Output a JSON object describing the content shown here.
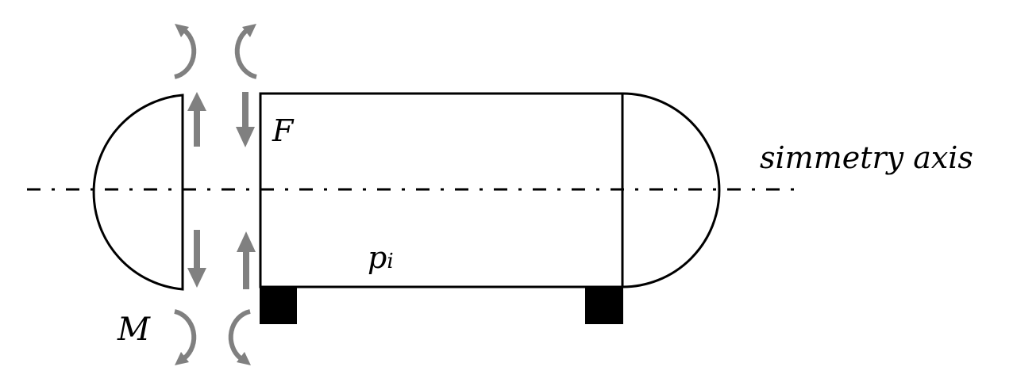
{
  "diagram": {
    "title": "Pressure vessel with separated head: internal forces and moments",
    "labels": {
      "force": "F",
      "moment": "M",
      "pressure_main": "p",
      "pressure_sub": "i",
      "axis": "simmetry axis"
    },
    "colors": {
      "outline": "#000000",
      "arrows": "#808080",
      "supports": "#000000"
    },
    "elements": [
      "left-hemispherical-head",
      "cylindrical-shell",
      "right-hemispherical-head",
      "left-support",
      "right-support",
      "symmetry-axis",
      "force-arrows",
      "moment-arrows"
    ]
  }
}
